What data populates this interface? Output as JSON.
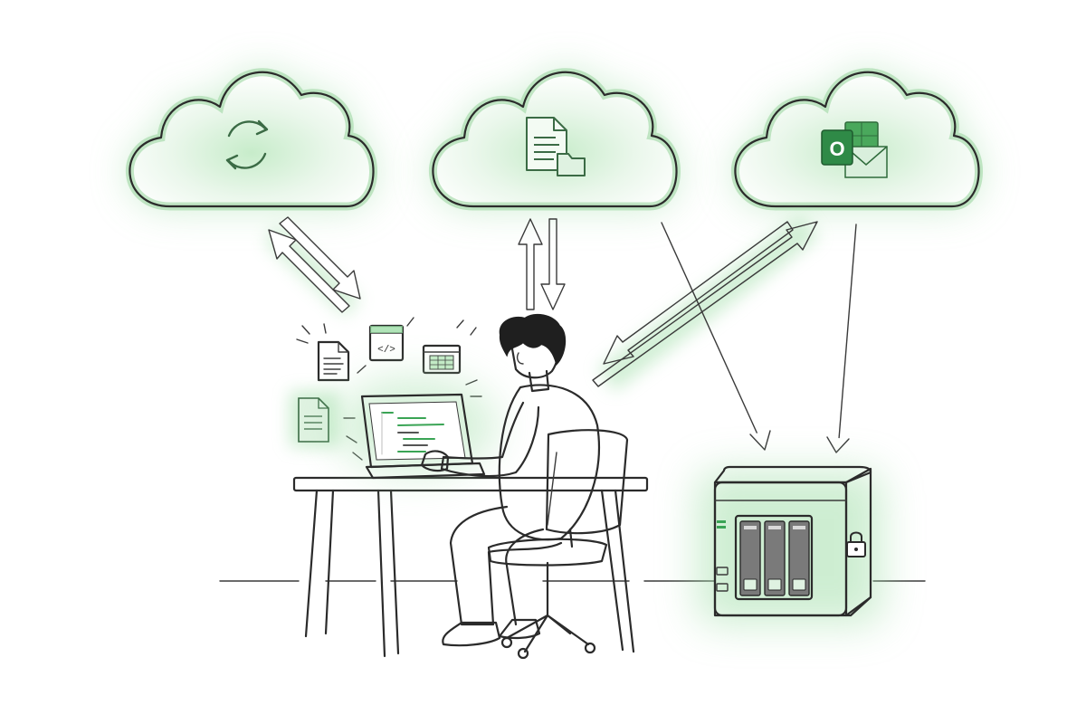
{
  "scene": {
    "clouds": [
      {
        "service": "sync",
        "icon": "sync-arrows-icon"
      },
      {
        "service": "file-storage",
        "icon": "document-folder-icon"
      },
      {
        "service": "outlook",
        "icon": "outlook-logo-icon",
        "logo_letter": "O"
      }
    ],
    "colors": {
      "ink": "#2b2b2b",
      "glow": "#8fd99a",
      "accent": "#3aa455",
      "panel": "#eef7ef",
      "chair": "#9a9a9a",
      "drive": "#6f6f6f"
    }
  }
}
